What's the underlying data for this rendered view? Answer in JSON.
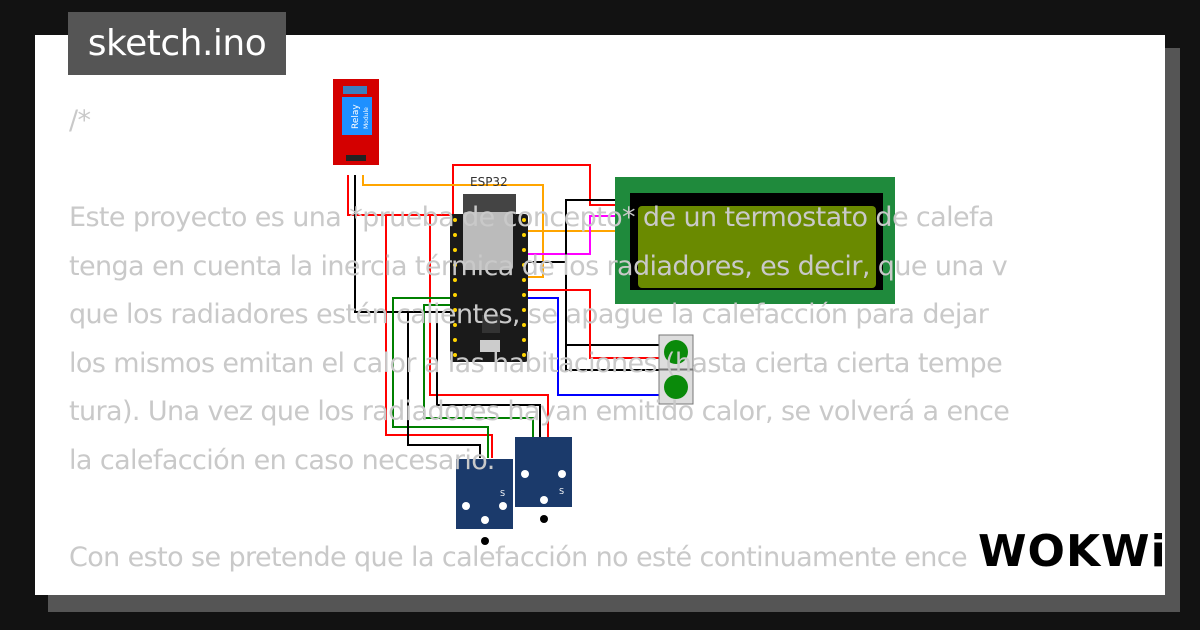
{
  "file_tab": {
    "title": "sketch.ino"
  },
  "code": {
    "lines": [
      "/*",
      "",
      "Este proyecto es una *prueba de concepto* de un termostato de calefa",
      "tenga en cuenta la inercia térmica de los radiadores, es decir, que una v",
      "que los radiadores estén calientes, se apague la calefacción para dejar",
      "los mismos emitan el calor a las habitaciones (hasta cierta cierta tempe",
      "tura). Una vez que los radiadores hayan emitido calor, se volverá a ence",
      "la calefacción en caso necesario.",
      "",
      "Con esto se pretende que la calefacción no esté continuamente encendida"
    ]
  },
  "circuit": {
    "esp32_label": "ESP32",
    "relay_label": "Relay",
    "relay_sub": "Module",
    "sensor_label": "S"
  },
  "brand": {
    "logo": "WOKWi"
  },
  "colors": {
    "wire_red": "#ff0000",
    "wire_black": "#000000",
    "wire_orange": "#ffa500",
    "wire_green": "#008000",
    "wire_magenta": "#ff00ff",
    "wire_blue": "#0000ff",
    "lcd_board": "#1f8a3c",
    "lcd_screen": "#6a8a00"
  }
}
